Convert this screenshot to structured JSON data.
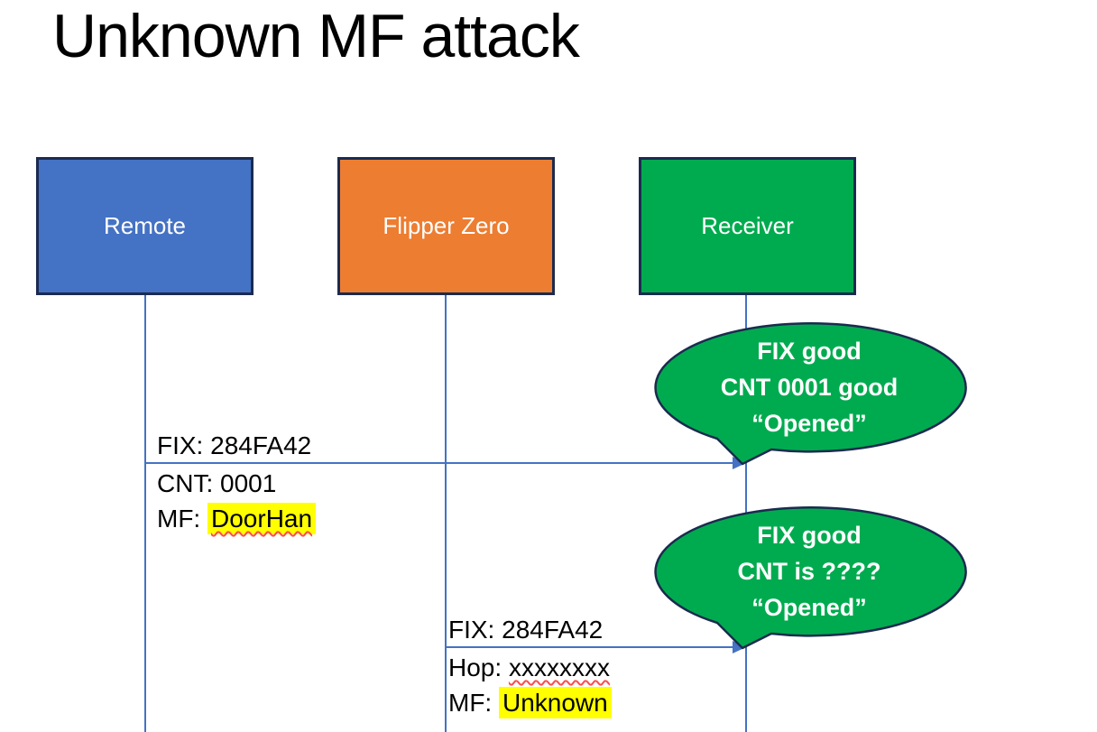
{
  "slide": {
    "title": "Unknown MF attack"
  },
  "actors": [
    {
      "label": "Remote",
      "fill": "#4472C4"
    },
    {
      "label": "Flipper Zero",
      "fill": "#ED7D31"
    },
    {
      "label": "Receiver",
      "fill": "#00AB4F"
    }
  ],
  "messages": [
    {
      "line1": "FIX: 284FA42",
      "line2": "CNT: 0001",
      "line3_prefix": "MF: ",
      "line3_value": "DoorHan"
    },
    {
      "line1": "FIX: 284FA42",
      "line2_prefix": "Hop: ",
      "line2_value": "xxxxxxxx",
      "line3_prefix": "MF: ",
      "line3_value": "Unknown"
    }
  ],
  "callouts": [
    {
      "line1": "FIX good",
      "line2": "CNT 0001 good",
      "line3": "“Opened”"
    },
    {
      "line1": "FIX good",
      "line2": "CNT is ????",
      "line3": "“Opened”"
    }
  ],
  "colors": {
    "actor_border": "#1B2B4F",
    "line_blue": "#4472C4",
    "bubble_fill": "#00AB4F",
    "bubble_border": "#1B2B4F",
    "highlight_yellow": "#FFFF00",
    "squiggle_red": "#FF4B4B",
    "text_white": "#FFFFFF",
    "text_black": "#000000"
  }
}
